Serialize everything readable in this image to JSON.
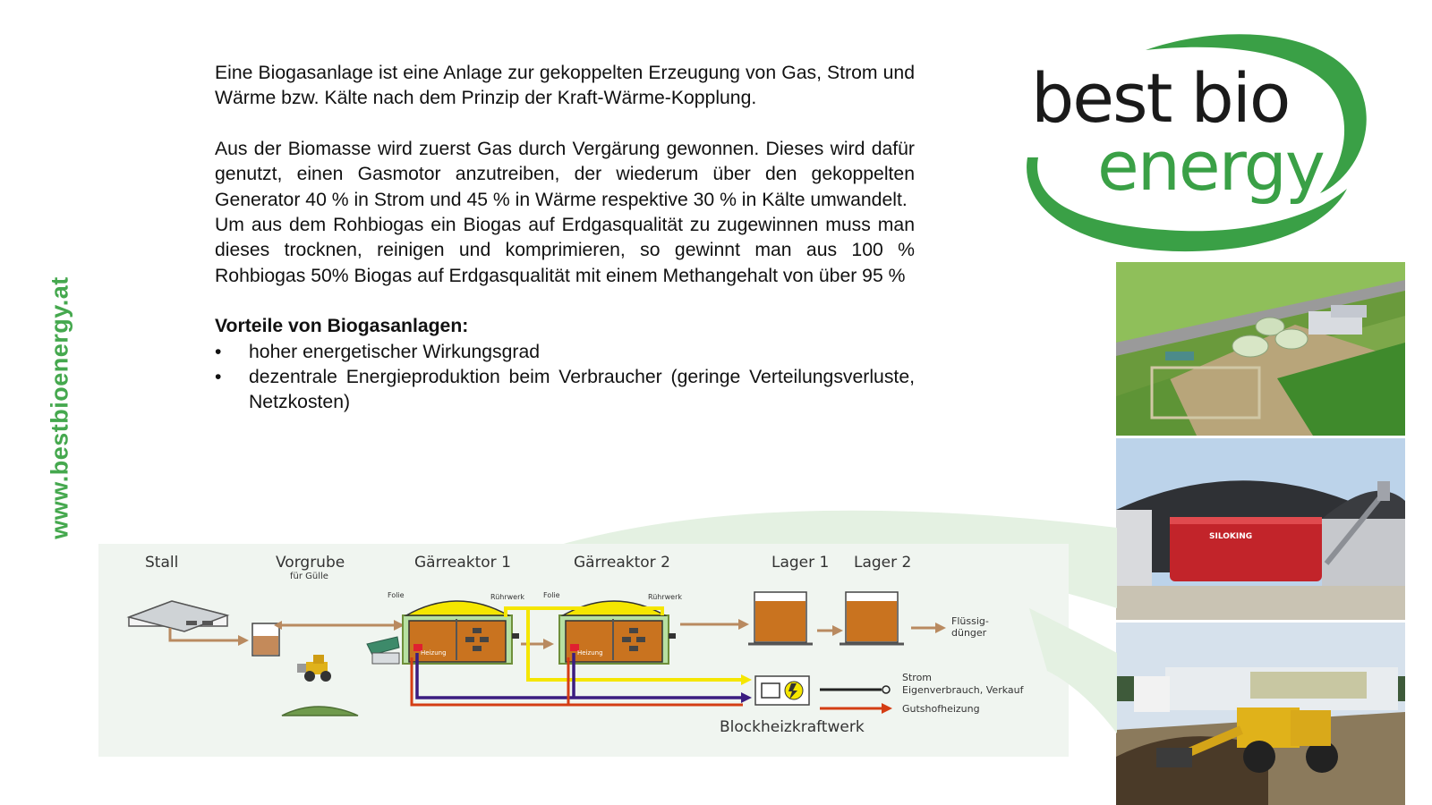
{
  "side_url": "www.bestbioenergy.at",
  "logo": {
    "line1": "best bio",
    "line2": "energy"
  },
  "paragraphs": {
    "p1": "Eine Biogasanlage ist eine Anlage zur gekoppelten Erzeugung von Gas, Strom und Wärme bzw. Kälte nach dem Prinzip der Kraft-Wärme-Kopplung.",
    "p2": "Aus der Biomasse wird zuerst Gas durch Vergärung gewonnen. Dieses wird dafür genutzt, einen Gasmotor anzutreiben, der wiederum über den gekoppelten Generator 40 % in Strom und 45 % in Wärme respektive 30 % in Kälte umwandelt.",
    "p3": "Um aus dem Rohbiogas ein Biogas auf Erdgasqualität zu zugewinnen muss man dieses trocknen, reinigen und komprimieren, so gewinnt man aus 100 %  Rohbiogas 50% Biogas auf Erdgasqualität mit einem Methangehalt von über 95 %"
  },
  "advantages": {
    "title": "Vorteile von Biogasanlagen:",
    "bullet_char": "•",
    "items": [
      "hoher energetischer Wirkungsgrad",
      "dezentrale Energieproduktion beim Verbraucher (geringe Verteilungsverluste, Netzkosten)"
    ]
  },
  "diagram": {
    "labels": {
      "stall": "Stall",
      "vorgrube": "Vorgrube",
      "vorgrube_sub": "für Gülle",
      "reaktor1": "Gärreaktor 1",
      "reaktor2": "Gärreaktor 2",
      "lager1": "Lager 1",
      "lager2": "Lager 2",
      "folie": "Folie",
      "ruehrwerk": "Rührwerk",
      "heizung": "Heizung",
      "fluessig1": "Flüssig-",
      "fluessig2": "dünger",
      "strom": "Strom",
      "strom_sub": "Eigenverbrauch, Verkauf",
      "guts": "Gutshofheizung",
      "bhkw": "Blockheizkraftwerk"
    },
    "colors": {
      "brown_arrow": "#b98a60",
      "yellow_gas": "#f5e600",
      "purple": "#3b1c80",
      "red_heat": "#d43d14",
      "green_wall": "#6e8f3a",
      "substrate": "#c9731f"
    }
  },
  "photos": {
    "silo_brand": "SILOKING"
  },
  "colors": {
    "brand_green": "#3aa046",
    "text": "#111111"
  }
}
